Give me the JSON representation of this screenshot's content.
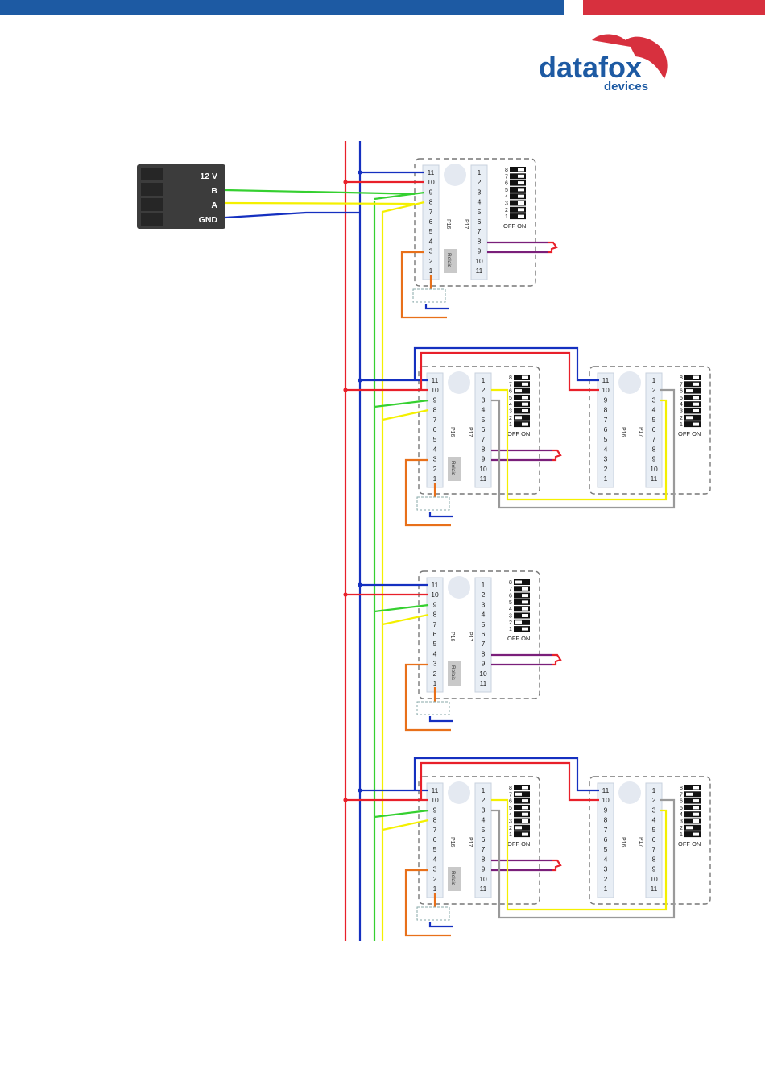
{
  "header": {
    "brand": "datafox",
    "brand_sub": "devices",
    "colors": {
      "blue": "#1d5aa3",
      "red": "#d7303e"
    }
  },
  "connector": {
    "pins": [
      "12 V",
      "B",
      "A",
      "GND"
    ]
  },
  "module_labels": {
    "p16": "P16",
    "p17": "P17",
    "relay": "Relais",
    "dip": "OFF ON"
  },
  "p16_pins": [
    "11",
    "10",
    "9",
    "8",
    "7",
    "6",
    "5",
    "4",
    "3",
    "2",
    "1"
  ],
  "p17_pins": [
    "1",
    "2",
    "3",
    "4",
    "5",
    "6",
    "7",
    "8",
    "9",
    "10",
    "11"
  ],
  "dip_numbers": [
    "8",
    "7",
    "6",
    "5",
    "4",
    "3",
    "2",
    "1"
  ],
  "wire_colors": {
    "power": "#e8202a",
    "gnd": "#1530c0",
    "bus_a": "#f4f000",
    "bus_b": "#35d030",
    "relay": "#e8701a",
    "relay_contact": "#7a1f7a",
    "link_gray": "#9a9a9a"
  },
  "modules": [
    {
      "id": "m1",
      "dip_on": [
        1,
        1,
        1,
        1,
        1,
        1,
        1,
        1
      ]
    },
    {
      "id": "m2",
      "dip_on": [
        1,
        1,
        0,
        1,
        1,
        1,
        0,
        1
      ]
    },
    {
      "id": "m2b",
      "dip_on": [
        1,
        1,
        0,
        1,
        1,
        1,
        0,
        1
      ]
    },
    {
      "id": "m3",
      "dip_on": [
        0,
        1,
        1,
        1,
        1,
        1,
        0,
        1
      ]
    },
    {
      "id": "m4",
      "dip_on": [
        1,
        0,
        1,
        1,
        1,
        1,
        0,
        1
      ]
    },
    {
      "id": "m4b",
      "dip_on": [
        1,
        0,
        1,
        1,
        1,
        1,
        0,
        1
      ]
    }
  ]
}
